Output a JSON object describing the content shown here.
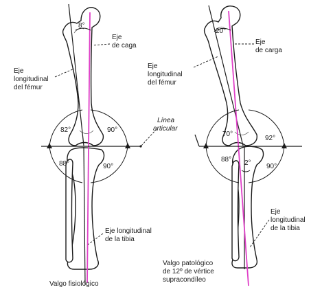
{
  "colors": {
    "load_axis": "#e040c8",
    "ink": "#1a1a1a"
  },
  "left": {
    "femur_angle": "8°",
    "label_load_axis": [
      "Eje",
      "de caga"
    ],
    "label_femur_axis": [
      "Eje",
      "longitudinal",
      "del fémur"
    ],
    "label_joint_line": [
      "Línea",
      "articular"
    ],
    "angle_upper_left": "82°",
    "angle_upper_right": "90°",
    "angle_lower_left": "88°",
    "angle_lower_right": "90°",
    "label_tibia_axis": [
      "Eje longitudinal",
      "de la tibia"
    ],
    "caption": "Valgo fisiológico"
  },
  "right": {
    "femur_angle": "20°",
    "label_load_axis": [
      "Eje",
      "de carga"
    ],
    "label_femur_axis": [
      "Eje",
      "longitudinal",
      "del fémur"
    ],
    "angle_upper_left": "70°",
    "angle_upper_right": "92°",
    "angle_lower_left": "88°",
    "angle_lower_right": "90°",
    "angle_small": "2°",
    "label_tibia_axis": [
      "Eje",
      "longitudinal",
      "de la tibia"
    ],
    "caption": [
      "Valgo patológico",
      "de 12º de vértice",
      "supracondíleo"
    ]
  }
}
